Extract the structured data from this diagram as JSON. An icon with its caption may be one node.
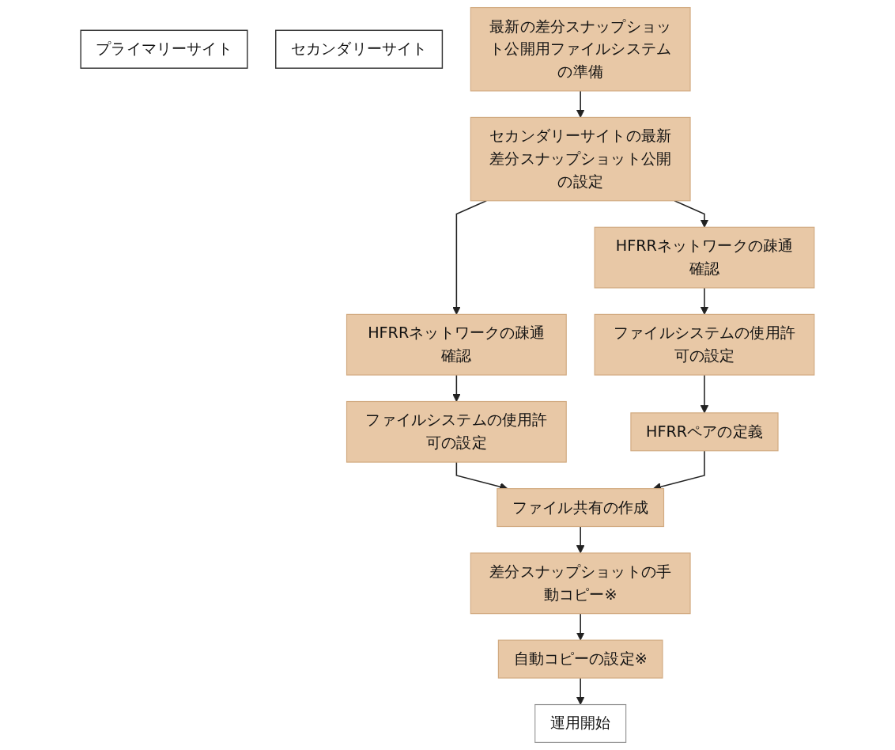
{
  "diagram": {
    "nodes": [
      {
        "text": [
          "プライマリーサイト"
        ]
      },
      {
        "text": [
          "セカンダリーサイト"
        ]
      },
      {
        "text": [
          "最新の差分スナップショット公開用ファイルシステムの準備"
        ]
      },
      {
        "text": [
          "セカンダリーサイトの最新差分スナップショット公開の設定"
        ]
      },
      {
        "text": [
          "HFRRネットワークの疎通確認"
        ]
      },
      {
        "text": [
          "ファイルシステムの使用許可の設定"
        ]
      },
      {
        "text": [
          "HFRRネットワークの疎通確認"
        ]
      },
      {
        "text": [
          "ファイルシステムの使用許可の設定"
        ]
      },
      {
        "text": [
          "HFRRペアの定義"
        ]
      },
      {
        "text": [
          "ファイル共有の作成"
        ]
      },
      {
        "text": [
          "差分スナップショットの手動コピー※"
        ]
      },
      {
        "text": [
          "自動コピーの設定※"
        ]
      },
      {
        "text": [
          "運用開始"
        ]
      }
    ],
    "edges": [
      {
        "from": 2,
        "to": 3,
        "arrow": "to"
      },
      {
        "from": 3,
        "to": 4,
        "arrow": "to"
      },
      {
        "from": 3,
        "to": 6,
        "arrow": "to"
      },
      {
        "from": 4,
        "to": 5,
        "arrow": "to"
      },
      {
        "from": 6,
        "to": 7,
        "arrow": "to"
      },
      {
        "from": 7,
        "to": 8,
        "arrow": "to"
      },
      {
        "from": 5,
        "to": 9,
        "arrow": "to"
      },
      {
        "from": 8,
        "to": 9,
        "arrow": "to"
      },
      {
        "from": 9,
        "to": 10,
        "arrow": "to"
      },
      {
        "from": 10,
        "to": 11,
        "arrow": "to"
      },
      {
        "from": 11,
        "to": 12,
        "arrow": "to"
      }
    ]
  }
}
